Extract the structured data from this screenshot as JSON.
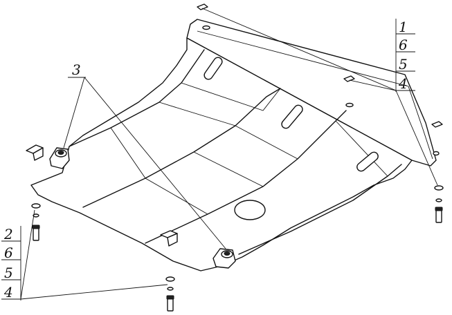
{
  "callout_right": {
    "items": [
      "1",
      "6",
      "5",
      "4"
    ]
  },
  "callout_left": {
    "items": [
      "2",
      "6",
      "5",
      "4"
    ]
  },
  "callout_mid": {
    "label": "3"
  },
  "icons": [
    "bolt-icon",
    "washer-icon",
    "bracket-icon",
    "bushing-icon"
  ]
}
